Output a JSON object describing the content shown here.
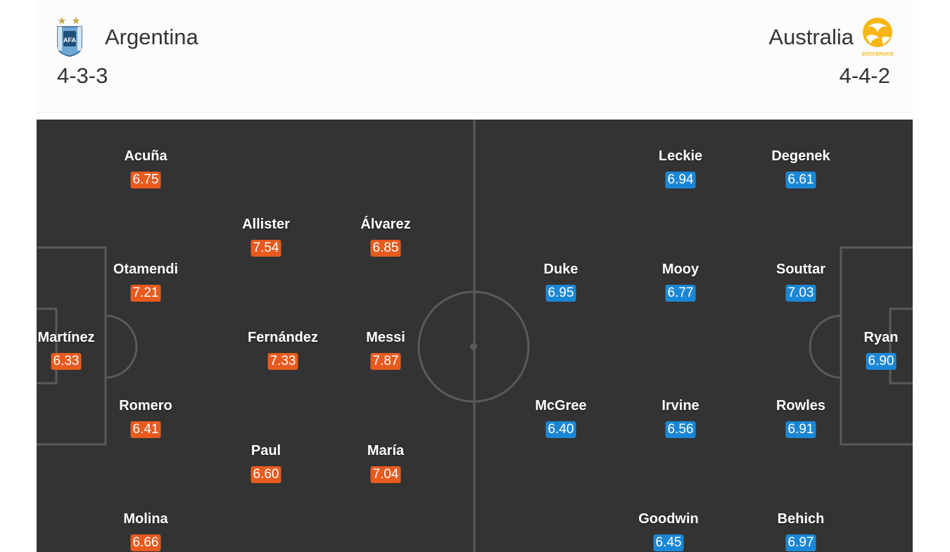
{
  "home": {
    "name": "Argentina",
    "formation": "4-3-3",
    "crest_icon": "afa-crest-icon",
    "rating_color": "#e85a1e",
    "players": [
      {
        "name": "Acuña",
        "rating": "6.75"
      },
      {
        "name": "Allister",
        "rating": "7.54"
      },
      {
        "name": "Álvarez",
        "rating": "6.85"
      },
      {
        "name": "Otamendi",
        "rating": "7.21"
      },
      {
        "name": "Martínez",
        "rating": "6.33"
      },
      {
        "name": "Fernández",
        "rating": "7.33"
      },
      {
        "name": "Messi",
        "rating": "7.87"
      },
      {
        "name": "Romero",
        "rating": "6.41"
      },
      {
        "name": "Paul",
        "rating": "6.60"
      },
      {
        "name": "María",
        "rating": "7.04"
      },
      {
        "name": "Molina",
        "rating": "6.66"
      }
    ]
  },
  "away": {
    "name": "Australia",
    "formation": "4-4-2",
    "crest_icon": "socceroos-crest-icon",
    "crest_text": "SOCCEROOS",
    "rating_color": "#1a87d6",
    "players": [
      {
        "name": "Leckie",
        "rating": "6.94"
      },
      {
        "name": "Degenek",
        "rating": "6.61"
      },
      {
        "name": "Duke",
        "rating": "6.95"
      },
      {
        "name": "Mooy",
        "rating": "6.77"
      },
      {
        "name": "Souttar",
        "rating": "7.03"
      },
      {
        "name": "Ryan",
        "rating": "6.90"
      },
      {
        "name": "McGree",
        "rating": "6.40"
      },
      {
        "name": "Irvine",
        "rating": "6.56"
      },
      {
        "name": "Rowles",
        "rating": "6.91"
      },
      {
        "name": "Goodwin",
        "rating": "6.45"
      },
      {
        "name": "Behich",
        "rating": "6.97"
      }
    ]
  },
  "pitch_color": "#333333"
}
